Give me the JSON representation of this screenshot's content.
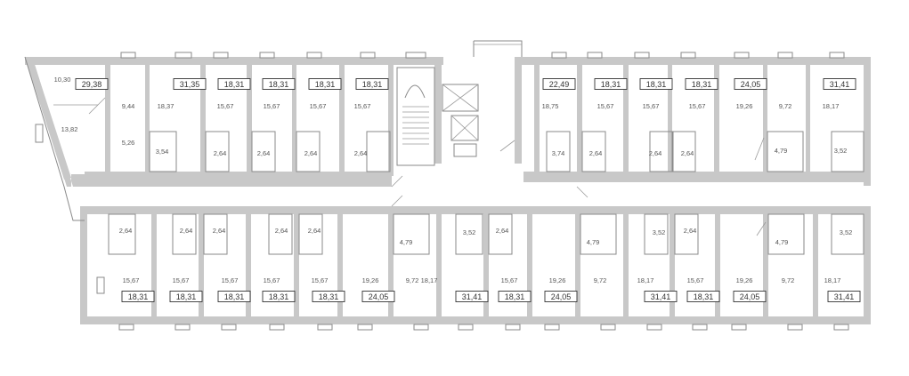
{
  "floor_plan": {
    "upper_totals": [
      "29,38",
      "31,35",
      "18,31",
      "18,31",
      "18,31",
      "18,31",
      "22,49",
      "18,31",
      "18,31",
      "18,31",
      "24,05",
      "31,41"
    ],
    "upper_rooms": [
      "10,30",
      "9,44",
      "18,37",
      "13,82",
      "5,26",
      "3,54",
      "15,67",
      "2,64",
      "15,67",
      "2,64",
      "15,67",
      "2,64",
      "15,67",
      "2,64",
      "18,75",
      "3,74",
      "15,67",
      "2,64",
      "15,67",
      "2,64",
      "15,67",
      "2,64",
      "19,26",
      "9,72",
      "4,79",
      "18,17",
      "3,52"
    ],
    "lower_totals": [
      "18,31",
      "18,31",
      "18,31",
      "18,31",
      "18,31",
      "24,05",
      "31,41",
      "18,31",
      "24,05",
      "31,41",
      "18,31",
      "24,05",
      "31,41"
    ],
    "lower_rooms": [
      "2,64",
      "15,67",
      "2,64",
      "2,64",
      "15,67",
      "15,67",
      "2,64",
      "2,64",
      "15,67",
      "15,67",
      "19,26",
      "4,79",
      "9,72",
      "3,52",
      "2,64",
      "18,17",
      "15,67",
      "19,26",
      "4,79",
      "9,72",
      "3,52",
      "2,64",
      "18,17",
      "15,67",
      "19,26",
      "4,79",
      "9,72",
      "3,52",
      "18,17"
    ]
  },
  "colors": {
    "wall": "#c8c8c8",
    "line": "#8a8a8a",
    "text": "#555555"
  }
}
